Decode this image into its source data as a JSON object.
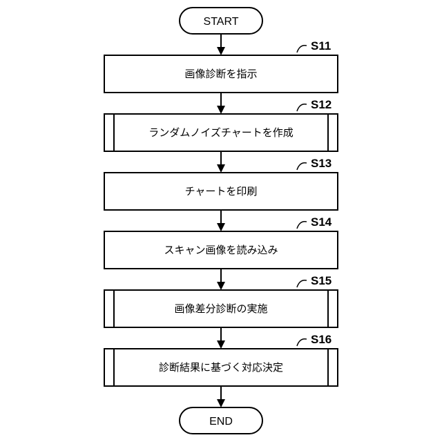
{
  "flowchart": {
    "start_label": "START",
    "end_label": "END",
    "steps": [
      {
        "id": "S11",
        "label": "画像診断を指示",
        "subroutine": false
      },
      {
        "id": "S12",
        "label": "ランダムノイズチャートを作成",
        "subroutine": true
      },
      {
        "id": "S13",
        "label": "チャートを印刷",
        "subroutine": false
      },
      {
        "id": "S14",
        "label": "スキャン画像を読み込み",
        "subroutine": false
      },
      {
        "id": "S15",
        "label": "画像差分診断の実施",
        "subroutine": true
      },
      {
        "id": "S16",
        "label": "診断結果に基づく対応決定",
        "subroutine": true
      }
    ]
  }
}
